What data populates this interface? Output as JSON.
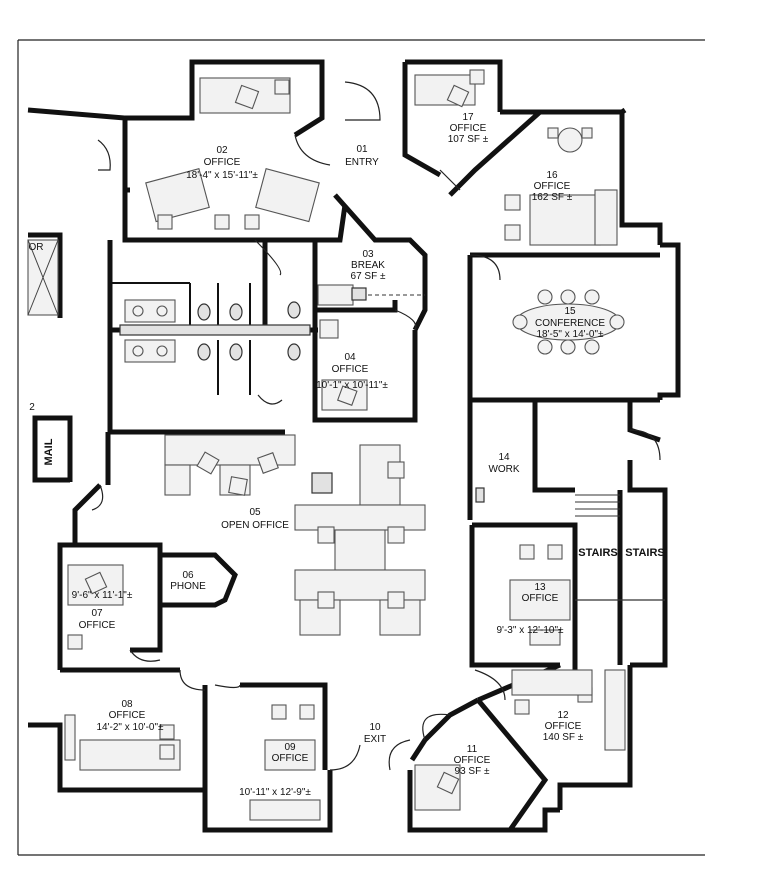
{
  "rooms": {
    "r01": {
      "num": "01",
      "name": "ENTRY"
    },
    "r02": {
      "num": "02",
      "name": "OFFICE",
      "dims": "18'-4\" x 15'-11\"±"
    },
    "r03": {
      "num": "03",
      "name": "BREAK",
      "dims": "67 SF ±"
    },
    "r04": {
      "num": "04",
      "name": "OFFICE",
      "dims": "10'-1\" x 10'-11\"±"
    },
    "r05": {
      "num": "05",
      "name": "OPEN OFFICE"
    },
    "r06": {
      "num": "06",
      "name": "PHONE"
    },
    "r07": {
      "num": "07",
      "name": "OFFICE",
      "dims": "9'-6\" x 11'-1\"±"
    },
    "r08": {
      "num": "08",
      "name": "OFFICE",
      "dims": "14'-2\" x 10'-0\"±"
    },
    "r09": {
      "num": "09",
      "name": "OFFICE",
      "dims": "10'-11\" x 12'-9\"±"
    },
    "r10": {
      "num": "10",
      "name": "EXIT"
    },
    "r11": {
      "num": "11",
      "name": "OFFICE",
      "dims": "93 SF ±"
    },
    "r12": {
      "num": "12",
      "name": "OFFICE",
      "dims": "140 SF ±"
    },
    "r13": {
      "num": "13",
      "name": "OFFICE",
      "dims": "9'-3\" x 12'-10\"±"
    },
    "r14": {
      "num": "14",
      "name": "WORK"
    },
    "r15": {
      "num": "15",
      "name": "CONFERENCE",
      "dims": "18'-5\" x 14'-0\"±"
    },
    "r16": {
      "num": "16",
      "name": "OFFICE",
      "dims": "162 SF ±"
    },
    "r17": {
      "num": "17",
      "name": "OFFICE",
      "dims": "107 SF ±"
    }
  },
  "labels": {
    "stairs_left": "STAIRS",
    "stairs_right": "STAIRS",
    "mail": "MAIL",
    "edge_top": "OR",
    "edge_mid": "2"
  }
}
